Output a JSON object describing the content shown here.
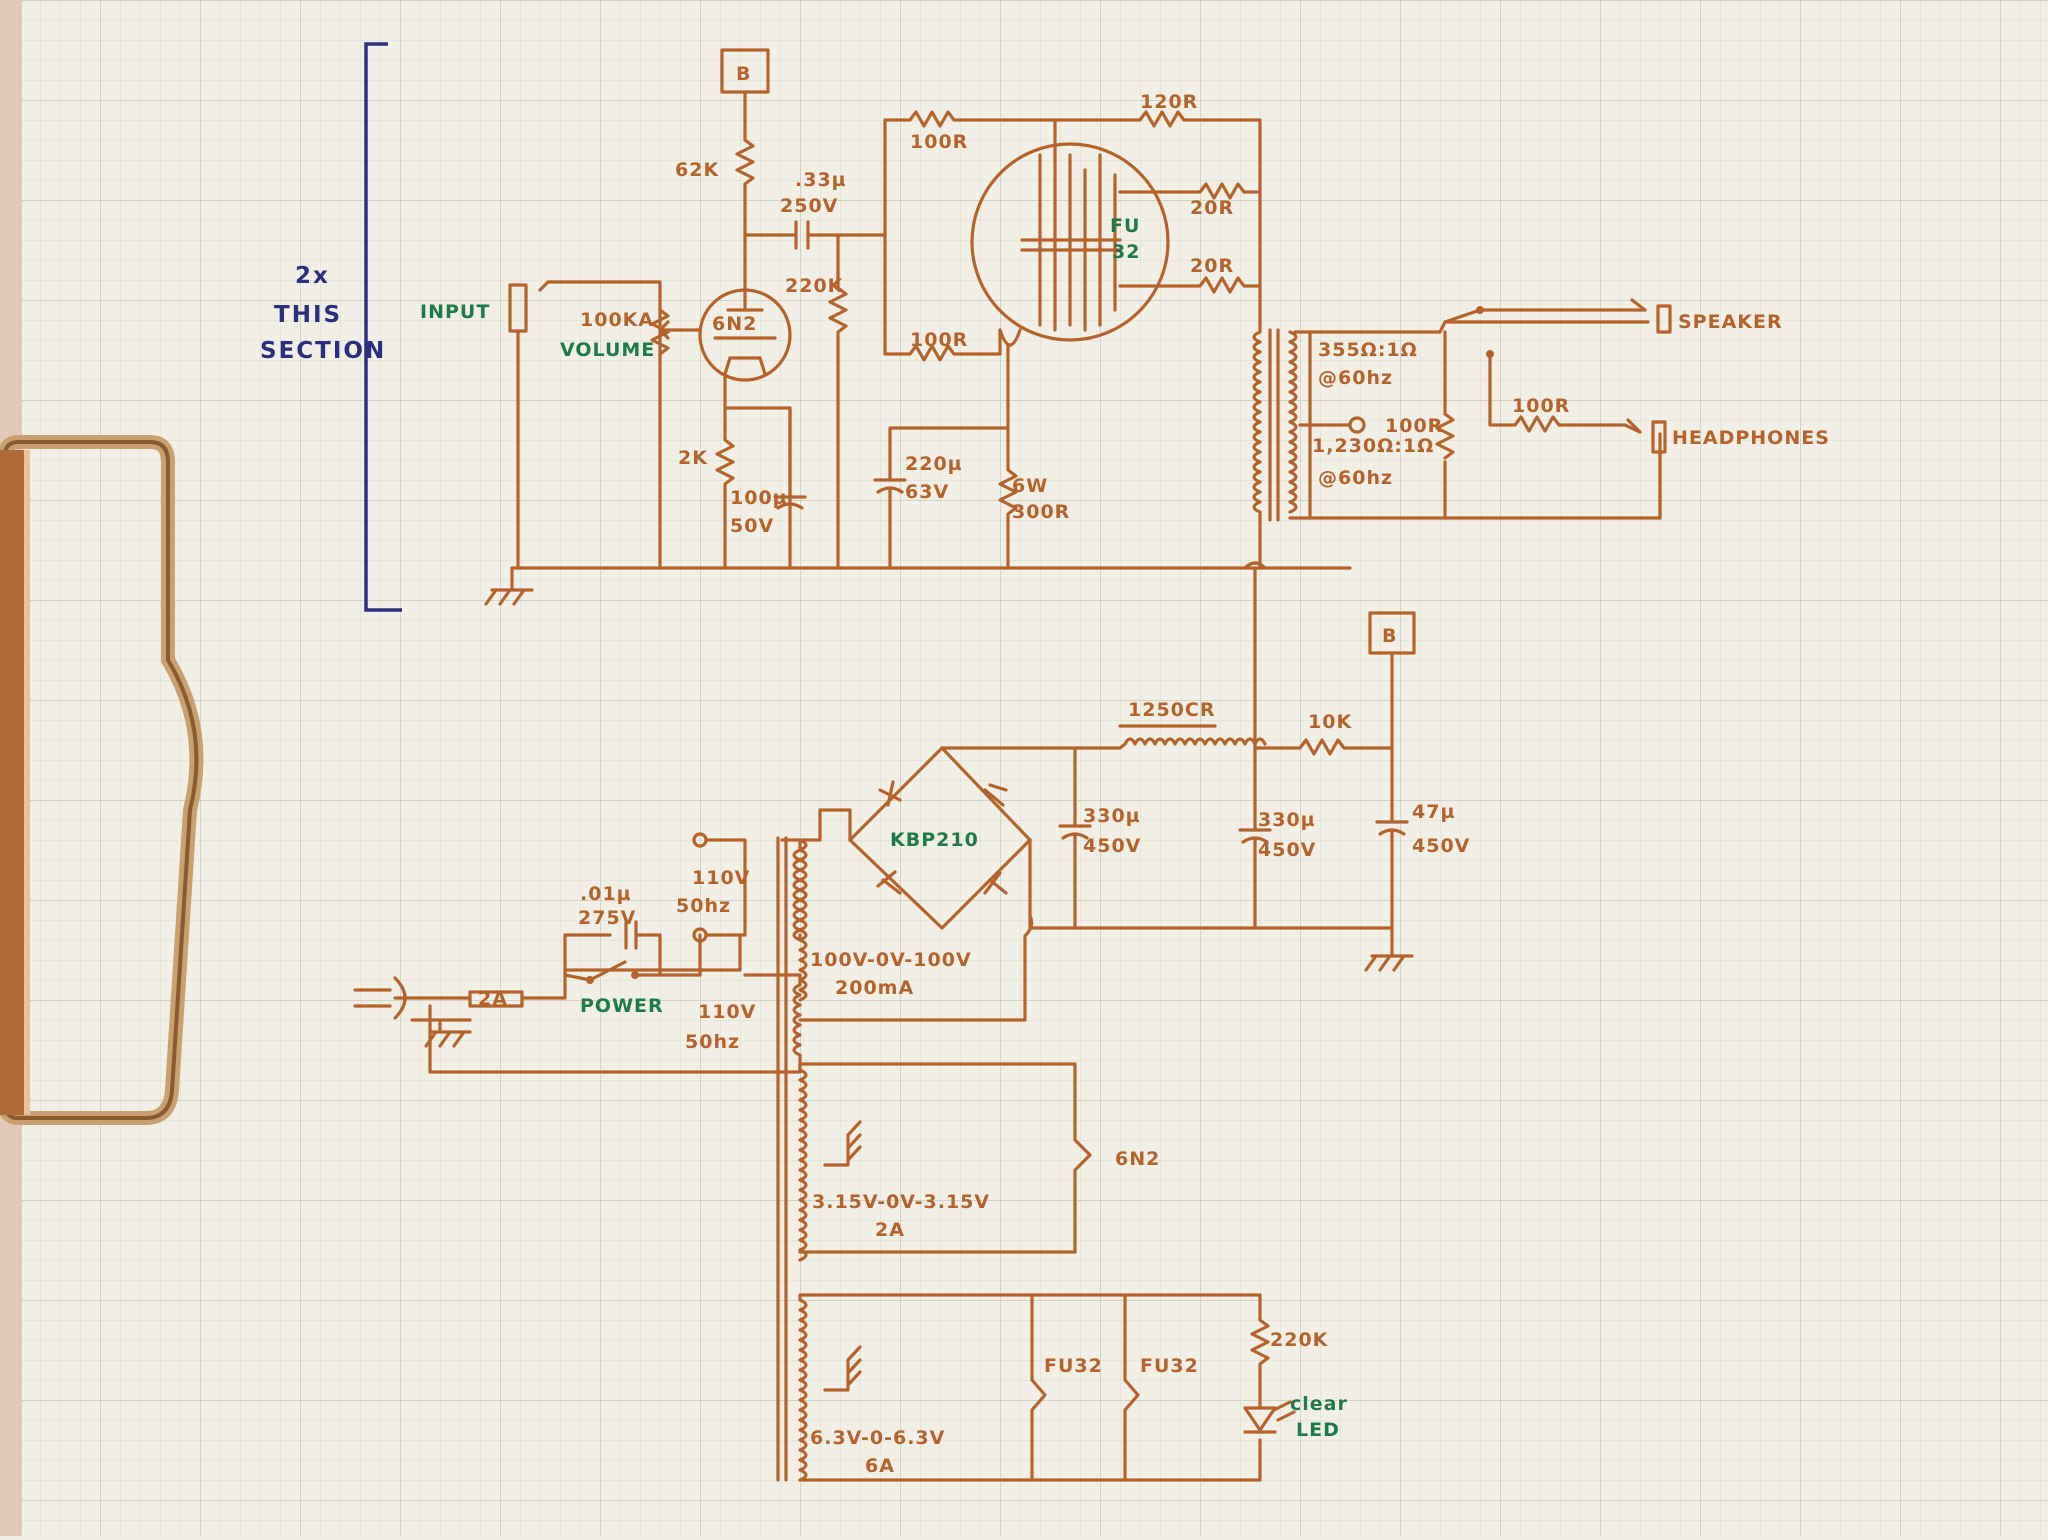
{
  "annotation": {
    "line1": "2x",
    "line2": "THIS",
    "line3": "SECTION"
  },
  "labels": {
    "b_top": "B",
    "b_mid": "B",
    "r62k": "62K",
    "c033_a": ".33µ",
    "c033_b": "250V",
    "r220k": "220K",
    "input": "INPUT",
    "vol_a": "100KA",
    "vol_b": "VOLUME",
    "tube1": "6N2",
    "r2k": "2K",
    "c100_a": "100µ",
    "c100_b": "50V",
    "r100_top": "100R",
    "r100_bot": "100R",
    "r120": "120R",
    "r20a": "20R",
    "r20b": "20R",
    "tube2_a": "FU",
    "tube2_b": "32",
    "c220_a": "220µ",
    "c220_b": "63V",
    "r300_a": "6W",
    "r300_b": "300R",
    "ot_a": "355Ω:1Ω",
    "ot_b": "@60hz",
    "ot_c": "1,230Ω:1Ω",
    "ot_d": "@60hz",
    "r100_ot": "100R",
    "r100_hp": "100R",
    "speaker": "SPEAKER",
    "headphones": "HEADPHONES",
    "choke": "1250CR",
    "r10k": "10K",
    "bridge": "KBP210",
    "c330a_a": "330µ",
    "c330a_b": "450V",
    "c330b_a": "330µ",
    "c330b_b": "450V",
    "c47_a": "47µ",
    "c47_b": "450V",
    "pri1_a": "110V",
    "pri1_b": "50hz",
    "c01_a": ".01µ",
    "c01_b": "275V",
    "fuse": "2A",
    "power": "POWER",
    "pri2_a": "110V",
    "pri2_b": "50hz",
    "sec_hv_a": "100V-0V-100V",
    "sec_hv_b": "200mA",
    "heater1": "6N2",
    "sec_h1_a": "3.15V-0V-3.15V",
    "sec_h1_b": "2A",
    "fu32_a": "FU32",
    "fu32_b": "FU32",
    "r220k_led": "220K",
    "led_a": "clear",
    "led_b": "LED",
    "sec_h2_a": "6.3V-0-6.3V",
    "sec_h2_b": "6A"
  }
}
